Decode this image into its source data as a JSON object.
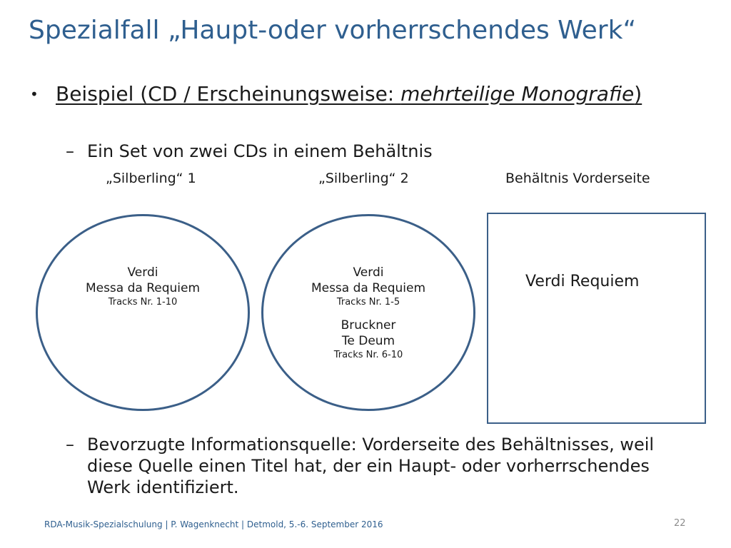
{
  "slide": {
    "title": "Spezialfall „Haupt-oder vorherrschendes Werk“",
    "bullet": {
      "marker": "•",
      "part1": "Beispiel  (CD / Erscheinungsweise: ",
      "emph": "mehrteilige Monografie",
      "part2": ")"
    },
    "sub_bullet": {
      "marker": "–",
      "text": "Ein Set von zwei CDs in einem Behältnis"
    },
    "captions": [
      "„Silberling“ 1",
      "„Silberling“ 2",
      "Behältnis Vorderseite"
    ],
    "cd1": {
      "line1": "Verdi",
      "line2": "Messa da Requiem",
      "line3": "Tracks Nr. 1-10"
    },
    "cd2": {
      "line1": "Verdi",
      "line2": "Messa da Requiem",
      "line3": "Tracks Nr. 1-5",
      "line4": "Bruckner",
      "line5": "Te Deum",
      "line6": "Tracks Nr. 6-10"
    },
    "case_front": {
      "text": "Verdi Requiem"
    },
    "bottom_bullet": {
      "marker": "–",
      "text": "Bevorzugte Informationsquelle: Vorderseite des Behältnisses, weil diese Quelle einen Titel hat, der ein Haupt- oder vorherrschendes Werk identifiziert."
    },
    "footer": "RDA-Musik-Spezialschulung | P. Wagenknecht | Detmold, 5.-6. September 2016",
    "page_number": "22"
  },
  "colors": {
    "title": "#2f5f8f",
    "outline": "#3b5f88",
    "page_number": "#8c8c8c"
  }
}
